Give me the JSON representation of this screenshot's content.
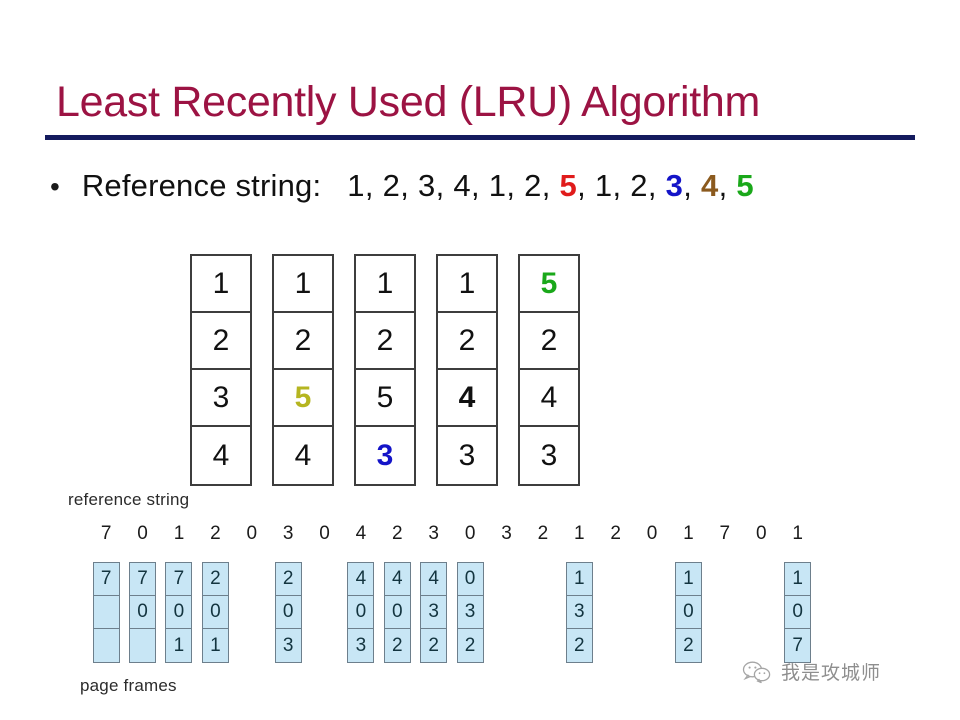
{
  "slide": {
    "title": "Least Recently Used (LRU) Algorithm",
    "title_color": "#9c1343",
    "rule_color": "#141b5e",
    "bullet_glyph": "•",
    "bullet_label": "Reference string:"
  },
  "reference_string_top": {
    "tokens": [
      {
        "value": "1",
        "color": "#111111",
        "bold": false
      },
      {
        "value": "2",
        "color": "#111111",
        "bold": false
      },
      {
        "value": "3",
        "color": "#111111",
        "bold": false
      },
      {
        "value": "4",
        "color": "#111111",
        "bold": false
      },
      {
        "value": "1",
        "color": "#111111",
        "bold": false
      },
      {
        "value": "2",
        "color": "#111111",
        "bold": false
      },
      {
        "value": "5",
        "color": "#e01b1b",
        "bold": true
      },
      {
        "value": "1",
        "color": "#111111",
        "bold": false
      },
      {
        "value": "2",
        "color": "#111111",
        "bold": false
      },
      {
        "value": "3",
        "color": "#1414c8",
        "bold": true
      },
      {
        "value": "4",
        "color": "#8b5a1e",
        "bold": true
      },
      {
        "value": "5",
        "color": "#1aa81a",
        "bold": true
      }
    ],
    "separator": ", "
  },
  "frame_grid": {
    "columns": [
      {
        "cells": [
          {
            "value": "1",
            "color": "#111111",
            "bold": false
          },
          {
            "value": "2",
            "color": "#111111",
            "bold": false
          },
          {
            "value": "3",
            "color": "#111111",
            "bold": false
          },
          {
            "value": "4",
            "color": "#111111",
            "bold": false
          }
        ]
      },
      {
        "cells": [
          {
            "value": "1",
            "color": "#111111",
            "bold": false
          },
          {
            "value": "2",
            "color": "#111111",
            "bold": false
          },
          {
            "value": "5",
            "color": "#b5b520",
            "bold": true
          },
          {
            "value": "4",
            "color": "#111111",
            "bold": false
          }
        ]
      },
      {
        "cells": [
          {
            "value": "1",
            "color": "#111111",
            "bold": false
          },
          {
            "value": "2",
            "color": "#111111",
            "bold": false
          },
          {
            "value": "5",
            "color": "#111111",
            "bold": false
          },
          {
            "value": "3",
            "color": "#1414c8",
            "bold": true
          }
        ]
      },
      {
        "cells": [
          {
            "value": "1",
            "color": "#111111",
            "bold": false
          },
          {
            "value": "2",
            "color": "#111111",
            "bold": false
          },
          {
            "value": "4",
            "color": "#111111",
            "bold": true
          },
          {
            "value": "3",
            "color": "#111111",
            "bold": false
          }
        ]
      },
      {
        "cells": [
          {
            "value": "5",
            "color": "#1aa81a",
            "bold": true
          },
          {
            "value": "2",
            "color": "#111111",
            "bold": false
          },
          {
            "value": "4",
            "color": "#111111",
            "bold": false
          },
          {
            "value": "3",
            "color": "#111111",
            "bold": false
          }
        ]
      }
    ]
  },
  "figure": {
    "caption_top": "reference string",
    "caption_bottom": "page frames",
    "reference_sequence": [
      "7",
      "0",
      "1",
      "2",
      "0",
      "3",
      "0",
      "4",
      "2",
      "3",
      "0",
      "3",
      "2",
      "1",
      "2",
      "0",
      "1",
      "7",
      "0",
      "1"
    ],
    "page_frame_states": [
      [
        "7",
        "",
        ""
      ],
      [
        "7",
        "0",
        ""
      ],
      [
        "7",
        "0",
        "1"
      ],
      [
        "2",
        "0",
        "1"
      ],
      null,
      [
        "2",
        "0",
        "3"
      ],
      null,
      [
        "4",
        "0",
        "3"
      ],
      [
        "4",
        "0",
        "2"
      ],
      [
        "4",
        "3",
        "2"
      ],
      [
        "0",
        "3",
        "2"
      ],
      null,
      null,
      [
        "1",
        "3",
        "2"
      ],
      null,
      null,
      [
        "1",
        "0",
        "2"
      ],
      null,
      null,
      [
        "1",
        "0",
        "7"
      ]
    ]
  },
  "watermark": {
    "text": "我是攻城师",
    "icon": "wechat-icon"
  }
}
